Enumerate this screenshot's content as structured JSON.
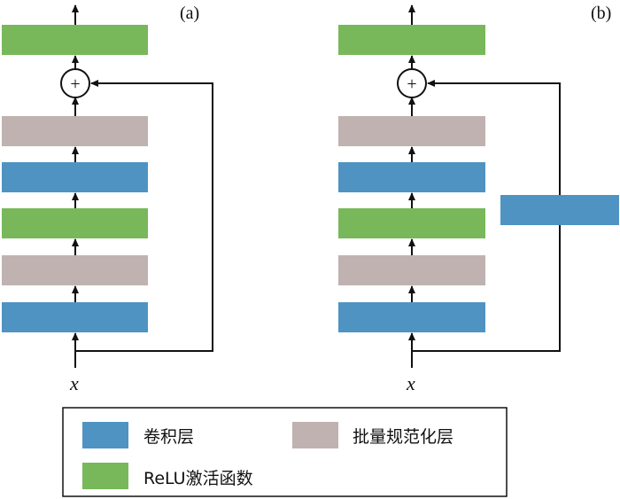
{
  "colors": {
    "conv": "#4f93c2",
    "bn": "#bfb2b0",
    "relu": "#78b85a",
    "line": "#111111"
  },
  "panels": [
    {
      "label": "(a)",
      "input_label": "x",
      "sum_symbol": "+",
      "stack": [
        "relu",
        "bn",
        "conv",
        "relu",
        "bn",
        "conv"
      ],
      "shortcut_block": null
    },
    {
      "label": "(b)",
      "input_label": "x",
      "sum_symbol": "+",
      "stack": [
        "relu",
        "bn",
        "conv",
        "relu",
        "bn",
        "conv"
      ],
      "shortcut_block": "conv"
    }
  ],
  "legend": {
    "items": [
      {
        "key": "conv",
        "label": "卷积层"
      },
      {
        "key": "bn",
        "label": "批量规范化层"
      },
      {
        "key": "relu",
        "label": "ReLU激活函数"
      }
    ]
  }
}
